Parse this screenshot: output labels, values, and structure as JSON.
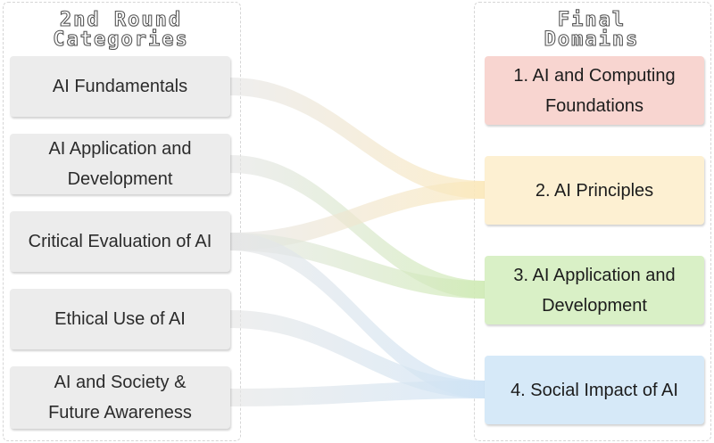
{
  "left_heading": {
    "line1": "2nd Round",
    "line2": "Categories"
  },
  "right_heading": {
    "line1": "Final",
    "line2": "Domains"
  },
  "categories": [
    {
      "label": "AI Fundamentals"
    },
    {
      "label": "AI Application and Development"
    },
    {
      "label": "Critical Evaluation of AI"
    },
    {
      "label": "Ethical Use of AI"
    },
    {
      "label": "AI and Society & Future Awareness"
    }
  ],
  "domains": [
    {
      "label": "1. AI and Computing Foundations",
      "color": "#f8d5d0"
    },
    {
      "label": "2. AI Principles",
      "color": "#fdf0d2"
    },
    {
      "label": "3. AI Application and Development",
      "color": "#d9f0c6"
    },
    {
      "label": "4. Social Impact of AI",
      "color": "#d6e9f8"
    }
  ],
  "flows": [
    {
      "from": 0,
      "to": 1
    },
    {
      "from": 1,
      "to": 2
    },
    {
      "from": 2,
      "to": 1
    },
    {
      "from": 2,
      "to": 2
    },
    {
      "from": 2,
      "to": 3
    },
    {
      "from": 3,
      "to": 3
    },
    {
      "from": 4,
      "to": 3
    }
  ]
}
